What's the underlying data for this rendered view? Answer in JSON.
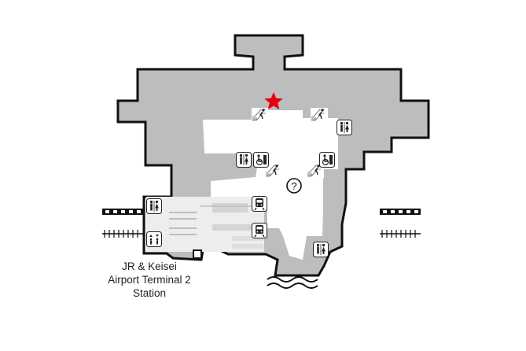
{
  "map": {
    "station_label": {
      "line1": "JR & Keisei",
      "line2": "Airport Terminal 2",
      "line3": "Station"
    },
    "info_symbol": "?",
    "icons": [
      "current-location-star-icon",
      "escalator-icon",
      "restroom-icon",
      "train-icon",
      "information-icon",
      "multipurpose-restroom-icon",
      "elevator-icon"
    ],
    "colors": {
      "floor_gray": "#bdbdbd",
      "corridor_light": "#ededed",
      "outline": "#111111",
      "marker_red": "#e60012"
    }
  }
}
